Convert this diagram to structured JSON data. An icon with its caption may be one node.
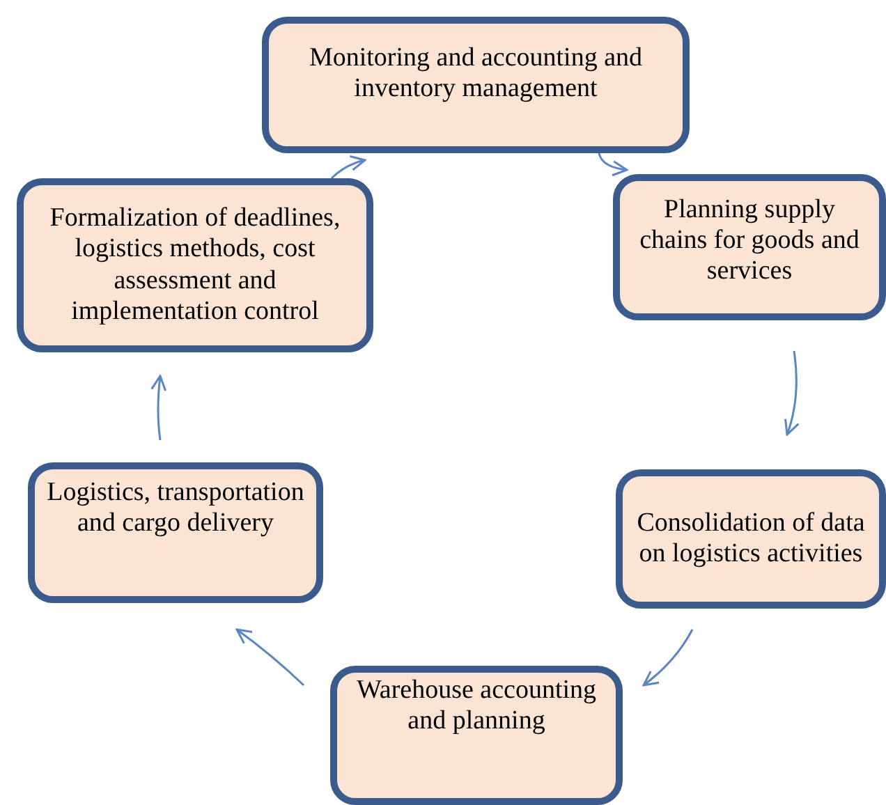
{
  "diagram": {
    "nodes": [
      {
        "text": [
          "Monitoring and accounting and inventory management"
        ]
      },
      {
        "text": [
          "Planning supply chains for goods and services"
        ]
      },
      {
        "text": [
          "Consolidation of data on logistics activities"
        ]
      },
      {
        "text": [
          "Warehouse accounting and planning"
        ]
      },
      {
        "text": [
          "Logistics, transportation and cargo delivery"
        ]
      },
      {
        "text": [
          "Formalization of deadlines, logistics methods, cost assessment and implementation control"
        ]
      }
    ],
    "edges": [
      {
        "from": 0,
        "to": 1,
        "arrow": "to"
      },
      {
        "from": 1,
        "to": 2,
        "arrow": "to"
      },
      {
        "from": 2,
        "to": 3,
        "arrow": "to"
      },
      {
        "from": 3,
        "to": 4,
        "arrow": "to"
      },
      {
        "from": 4,
        "to": 5,
        "arrow": "to"
      },
      {
        "from": 5,
        "to": 0,
        "arrow": "to"
      }
    ]
  }
}
